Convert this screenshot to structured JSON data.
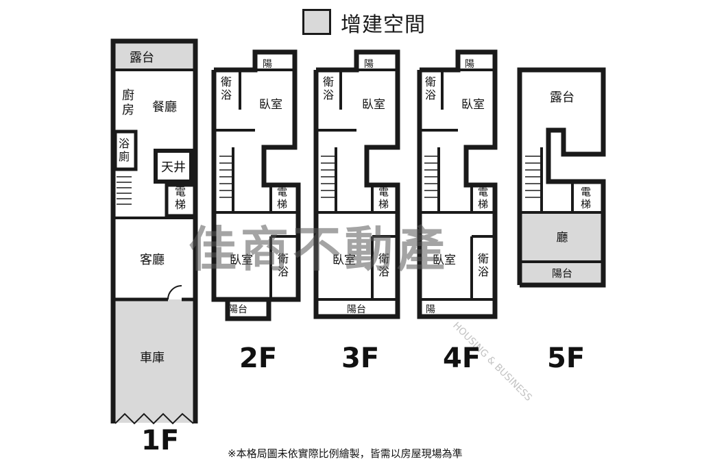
{
  "legend": {
    "label": "增建空間",
    "swatch_color": "#d9d9d9"
  },
  "floors": {
    "f1": {
      "label": "1F",
      "rooms": {
        "balcony": "露台",
        "kitchen": "廚\n房",
        "dining": "餐廳",
        "bath": "浴\n廁",
        "skywell": "天井",
        "elevator": "電\n梯",
        "living": "客廳",
        "garage": "車庫"
      }
    },
    "f2": {
      "label": "2F",
      "rooms": {
        "balcony_top": "陽",
        "bath_top": "衛\n浴",
        "bedroom_top": "臥室",
        "elevator": "電\n梯",
        "bedroom_bottom": "臥室",
        "bath_bottom": "衛\n浴",
        "balcony_bottom": "陽台"
      }
    },
    "f3": {
      "label": "3F",
      "rooms": {
        "balcony_top": "陽",
        "bath_top": "衛\n浴",
        "bedroom_top": "臥室",
        "elevator": "電\n梯",
        "bedroom_bottom": "臥室",
        "bath_bottom": "衛\n浴",
        "balcony_bottom": "陽台"
      }
    },
    "f4": {
      "label": "4F",
      "rooms": {
        "balcony_top": "陽",
        "bath_top": "衛\n浴",
        "bedroom_top": "臥室",
        "elevator": "電\n梯",
        "bedroom_bottom": "臥室",
        "bath_bottom": "衛\n浴",
        "balcony_bottom": "陽"
      }
    },
    "f5": {
      "label": "5F",
      "rooms": {
        "terrace": "露台",
        "elevator": "電\n梯",
        "hall": "廳",
        "balcony": "陽台"
      }
    }
  },
  "watermark": {
    "text": "佳商不動產",
    "small_text": "HOUSING & BUSINESS"
  },
  "footnote": "※本格局圖未依實際比例繪製，皆需以房屋現場為準",
  "colors": {
    "wall": "#1a1a1a",
    "extension": "#d9d9d9"
  }
}
